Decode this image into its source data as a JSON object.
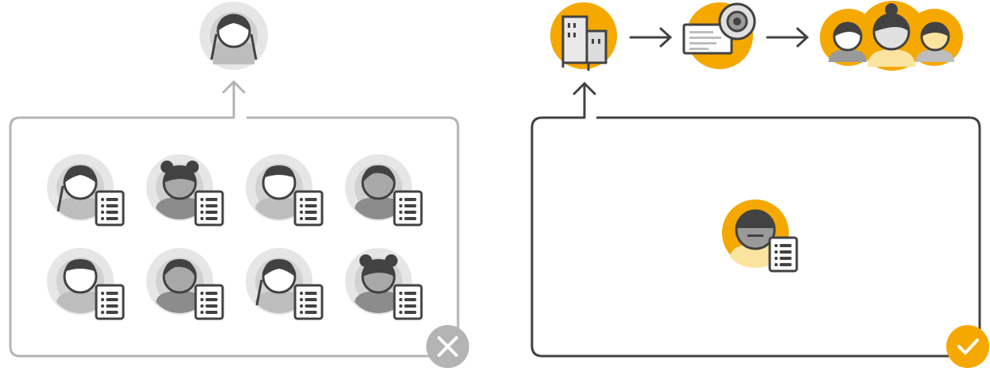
{
  "colors": {
    "accent": "#f5a800",
    "accent_light": "#fbe3a0",
    "muted_stroke": "#b4b4b4",
    "dark_stroke": "#424242",
    "gray_fill": "#d6d6d6",
    "gray_mid": "#9a9a9a",
    "reject_badge": "#b4b4b4",
    "approve_badge": "#f5a800"
  },
  "left_panel": {
    "status": "rejected",
    "status_icon": "close-icon",
    "output_icon": "person-icon",
    "profile_count": 8,
    "profile_icon": "person-with-document-icon"
  },
  "right_panel": {
    "status": "approved",
    "status_icon": "check-icon",
    "pipeline_steps": [
      "building-icon",
      "camera-document-icon",
      "group-of-people-icon"
    ],
    "profile_icon": "person-with-document-icon"
  }
}
